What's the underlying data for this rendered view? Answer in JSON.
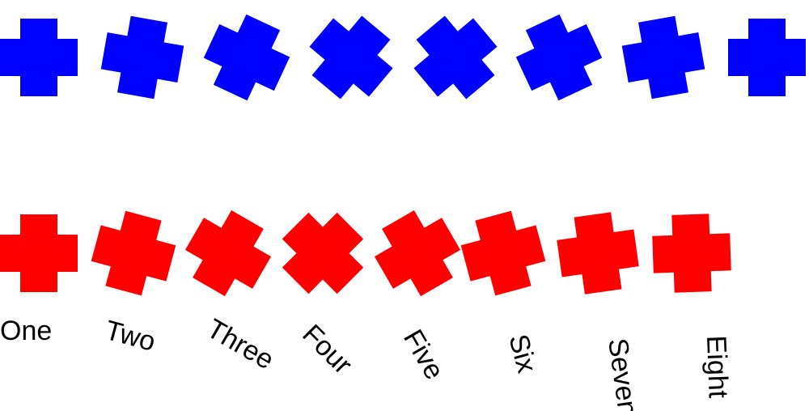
{
  "colors": {
    "top_row": "#0000ff",
    "bottom_row": "#ff0000",
    "label": "#000000",
    "background": "#ffffff"
  },
  "top_row": {
    "items": [
      {
        "rotation_deg": 0
      },
      {
        "rotation_deg": 10
      },
      {
        "rotation_deg": 25
      },
      {
        "rotation_deg": 40
      },
      {
        "rotation_deg": 50
      },
      {
        "rotation_deg": 65
      },
      {
        "rotation_deg": 80
      },
      {
        "rotation_deg": 90
      }
    ]
  },
  "bottom_row": {
    "items": [
      {
        "label": "One",
        "rotation_deg": 0
      },
      {
        "label": "Two",
        "rotation_deg": 15
      },
      {
        "label": "Three",
        "rotation_deg": 30
      },
      {
        "label": "Four",
        "rotation_deg": 45
      },
      {
        "label": "Five",
        "rotation_deg": 60
      },
      {
        "label": "Six",
        "rotation_deg": 75
      },
      {
        "label": "Seven",
        "rotation_deg": 82
      },
      {
        "label": "Eight",
        "rotation_deg": 88
      }
    ]
  }
}
